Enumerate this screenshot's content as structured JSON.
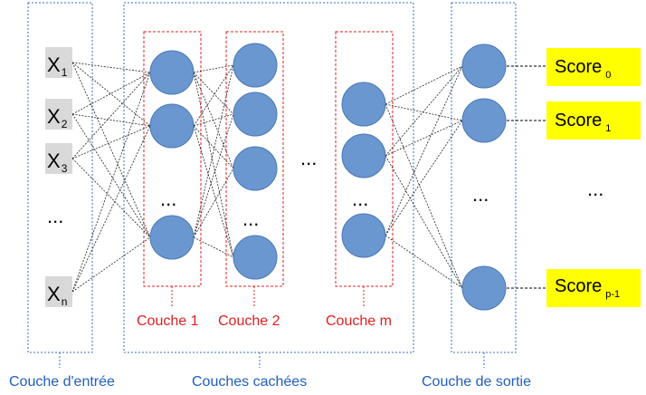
{
  "inputs": [
    {
      "base": "X",
      "sub": "1"
    },
    {
      "base": "X",
      "sub": "2"
    },
    {
      "base": "X",
      "sub": "3"
    },
    {
      "base": "X",
      "sub": "n"
    }
  ],
  "input_ellipsis": "...",
  "hidden_ellipsis": "...",
  "layer_ellipsis": "...",
  "output_ellipsis": "...",
  "score_ellipsis": "...",
  "hidden_layers": [
    "Couche 1",
    "Couche 2",
    "Couche m"
  ],
  "scores": [
    {
      "base": "Score",
      "sub": "0"
    },
    {
      "base": "Score",
      "sub": "1"
    },
    {
      "base": "Score",
      "sub": "p-1"
    }
  ],
  "groups": {
    "input": "Couche d'entrée",
    "hidden": "Couches cachées",
    "output": "Couche de sortie"
  },
  "colors": {
    "node_fill": "#6a97cf",
    "node_stroke": "#4a78b4",
    "score_fill": "#ffff00",
    "group_border": "#3a6fc0",
    "layer_border": "#e02020",
    "group_label": "#1f5fc0",
    "layer_label": "#e02020"
  }
}
